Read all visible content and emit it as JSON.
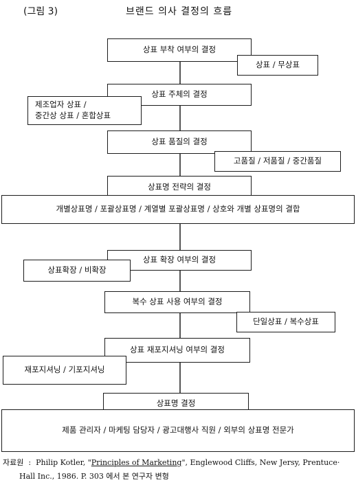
{
  "figure": {
    "label": "(그림 3)",
    "title": "브랜드 의사 결정의 흐름"
  },
  "flow": {
    "step1": {
      "decision": "상표 부착 여부의 결정",
      "option": "상표 / 무상표"
    },
    "step2": {
      "decision": "상표 주체의 결정",
      "option_line1": "제조업자 상표 /",
      "option_line2": "중간상 상표 / 혼합상표"
    },
    "step3": {
      "decision": "상표 품질의 결정",
      "option": "고품질 / 저품질 / 중간품질"
    },
    "step4": {
      "decision": "상표명 전략의 결정",
      "option": "개별상표명 / 포괄상표명 / 계열별 포괄상표명 / 상호와 개별 상표명의 결합"
    },
    "step5": {
      "decision": "상표 확장 여부의 결정",
      "option": "상표확장 / 비확장"
    },
    "step6": {
      "decision": "복수 상표 사용 여부의 결정",
      "option": "단일상표 / 복수상표"
    },
    "step7": {
      "decision": "상표 재포지셔닝 여부의 결정",
      "option": "재포지셔닝 / 기포지셔닝"
    },
    "step8": {
      "decision": "상표명 결정",
      "option": "제품 관리자 / 마케팅 담당자 / 광고대행사 직원 / 외부의 상표명 전문가"
    }
  },
  "source": {
    "label": "자료원",
    "separator": ":",
    "author": "Philip Kotler, \"",
    "book_title": "Principles of Marketing",
    "rest_line1": "\", Englewood Cliffs, New Jersy, Prentuce·",
    "line2": "Hall Inc., 1986. P. 303 에서 본 연구자 변형"
  }
}
